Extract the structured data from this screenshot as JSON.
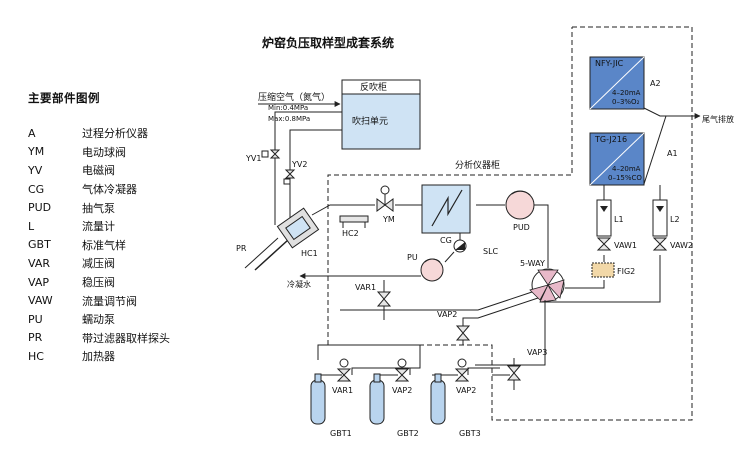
{
  "title": "炉窑负压取样型成套系统",
  "legend": {
    "title": "主要部件图例",
    "items": [
      {
        "code": "A",
        "name": "过程分析仪器"
      },
      {
        "code": "YM",
        "name": "电动球阀"
      },
      {
        "code": "YV",
        "name": "电磁阀"
      },
      {
        "code": "CG",
        "name": "气体冷凝器"
      },
      {
        "code": "PUD",
        "name": "抽气泵"
      },
      {
        "code": "L",
        "name": "流量计"
      },
      {
        "code": "GBT",
        "name": "标准气样"
      },
      {
        "code": "VAR",
        "name": "减压阀"
      },
      {
        "code": "VAP",
        "name": "稳压阀"
      },
      {
        "code": "VAW",
        "name": "流量调节阀"
      },
      {
        "code": "PU",
        "name": "蠕动泵"
      },
      {
        "code": "PR",
        "name": "带过滤器取样探头"
      },
      {
        "code": "HC",
        "name": "加热器"
      }
    ]
  },
  "labels": {
    "blowback_cabinet": "反吹柜",
    "compressed_air": "压缩空气（氮气）",
    "min_pressure": "Min:0.4MPa",
    "max_pressure": "Max:0.8MPa",
    "purge_unit": "吹扫单元",
    "analyzer_cabinet": "分析仪器柜",
    "tail_gas": "尾气排放",
    "condensate": "冷凝水",
    "five_way": "5-WAY",
    "yv1": "YV1",
    "yv2": "YV2",
    "pr": "PR",
    "hc1": "HC1",
    "hc2": "HC2",
    "ym": "YM",
    "cg": "CG",
    "slc": "SLC",
    "pud": "PUD",
    "pu": "PU",
    "var1": "VAR1",
    "vap2": "VAP2",
    "vap3": "VAP3",
    "l1": "L1",
    "l2": "L2",
    "vaw1": "VAW1",
    "vaw2": "VAW2",
    "fig2": "FIG2",
    "a1": "A1",
    "a2": "A2",
    "nfy_name": "NFY-JIC",
    "nfy_range1": "4–20mA",
    "nfy_range2": "0–3%O₂",
    "tg_name": "TG-J216",
    "tg_range1": "4–20mA",
    "tg_range2": "0–15%CO",
    "gbt_var1": "VAR1",
    "gbt_vap2a": "VAP2",
    "gbt_vap2b": "VAP2",
    "gbt1": "GBT1",
    "gbt2": "GBT2",
    "gbt3": "GBT3"
  },
  "colors": {
    "box_fill": "#cfe3f4",
    "analyzer_fill": "#5a86c8",
    "pump_fill": "#f6d8d8",
    "cylinder_fill": "#b9d4ee",
    "fiveway_fill": "#e8b9c9",
    "valve_fill": "#e6e6e6"
  }
}
